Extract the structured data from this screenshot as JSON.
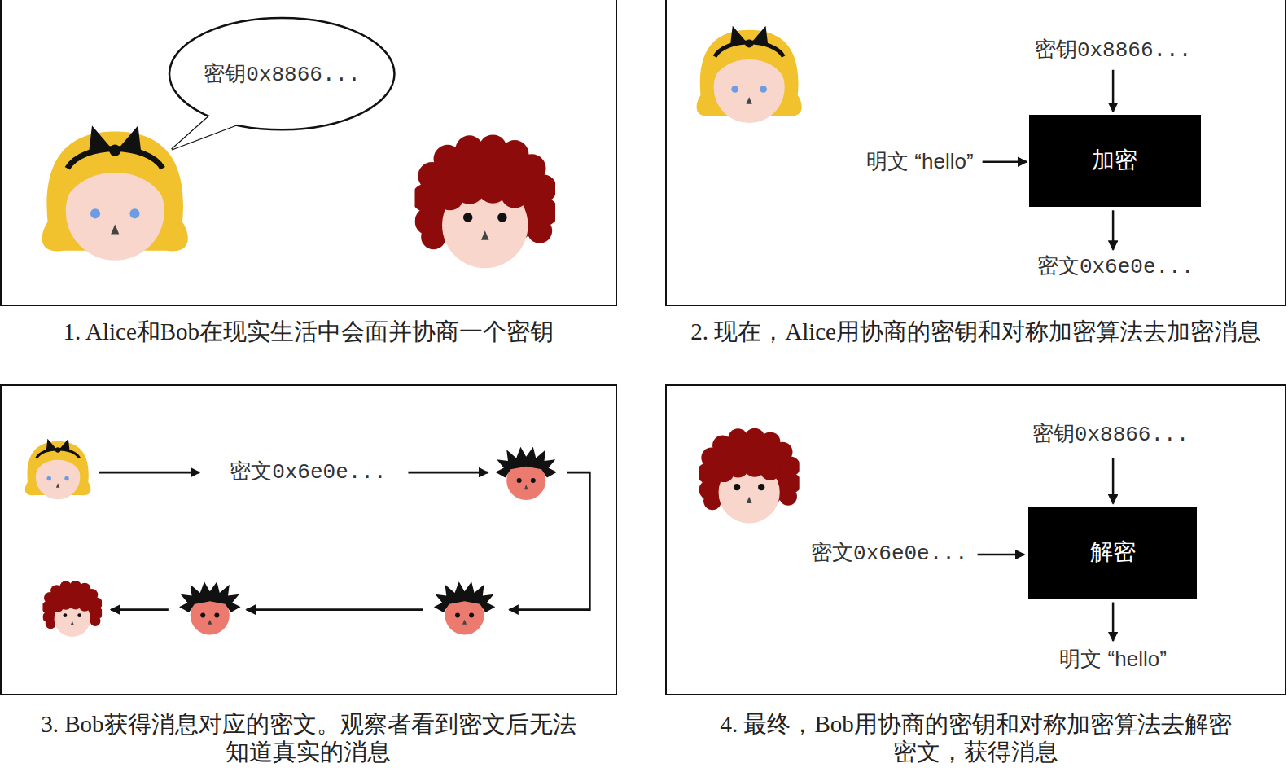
{
  "diagram": {
    "nodes": [
      {
        "text": [
          "1. Alice和Bob在现实生活中会面并协商一个密钥"
        ]
      },
      {
        "text": [
          "密钥0x8866..."
        ],
        "in": 0
      },
      {
        "text": [
          "2. 现在，Alice用协商的密钥和对称加密算法去加密消息"
        ]
      },
      {
        "text": [
          "加密"
        ],
        "in": 2
      },
      {
        "text": [
          "3. Bob获得消息对应的密文。观察者看到密文后无法 知道真实的消息"
        ]
      },
      {
        "text": [
          "4. 最终，Bob用协商的密钥和对称加密算法去解密 密文，获得消息"
        ]
      },
      {
        "text": [
          "解密"
        ],
        "in": 5
      }
    ],
    "labels": [
      "密钥0x8866...",
      "明文 “hello”",
      "密文0x6e0e...",
      "密文0x6e0e...",
      "密钥0x8866...",
      "密文0x6e0e...",
      "明文 “hello”"
    ]
  }
}
